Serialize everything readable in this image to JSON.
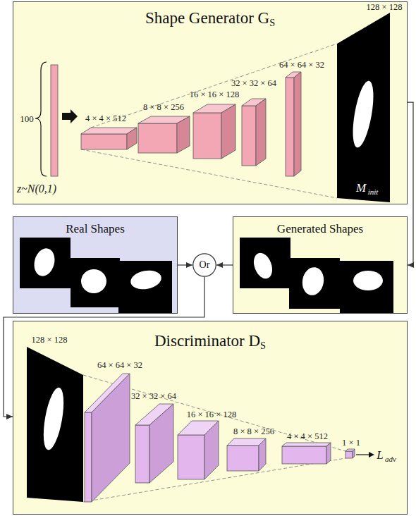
{
  "diagram": {
    "nodes": [
      {
        "text": [
          "Shape Generator G",
          "S"
        ]
      },
      {
        "text": [
          "Real Shapes"
        ]
      },
      {
        "text": [
          "Or"
        ]
      },
      {
        "text": [
          "Generated Shapes"
        ]
      },
      {
        "text": [
          "Discriminator D",
          "S"
        ]
      }
    ],
    "edges": [
      {
        "from": 0,
        "to": 3,
        "arrow": "to"
      },
      {
        "from": 3,
        "to": 2,
        "arrow": "to"
      },
      {
        "from": 1,
        "to": 2,
        "arrow": "to"
      },
      {
        "from": 2,
        "to": 4,
        "arrow": "to"
      }
    ],
    "labels": [
      "100",
      "z~N(0,1)",
      "4 × 4 × 512",
      "8 × 8 × 256",
      "16 × 16 × 128",
      "32 × 32 × 64",
      "64 × 64 × 32",
      "128 × 128",
      "M",
      "init",
      "128 × 128",
      "64 × 64 × 32",
      "32 × 32 × 64",
      "16 × 16 × 128",
      "8 × 8 × 256",
      "4 × 4 × 512",
      "1 × 1",
      "L",
      "adv"
    ]
  }
}
